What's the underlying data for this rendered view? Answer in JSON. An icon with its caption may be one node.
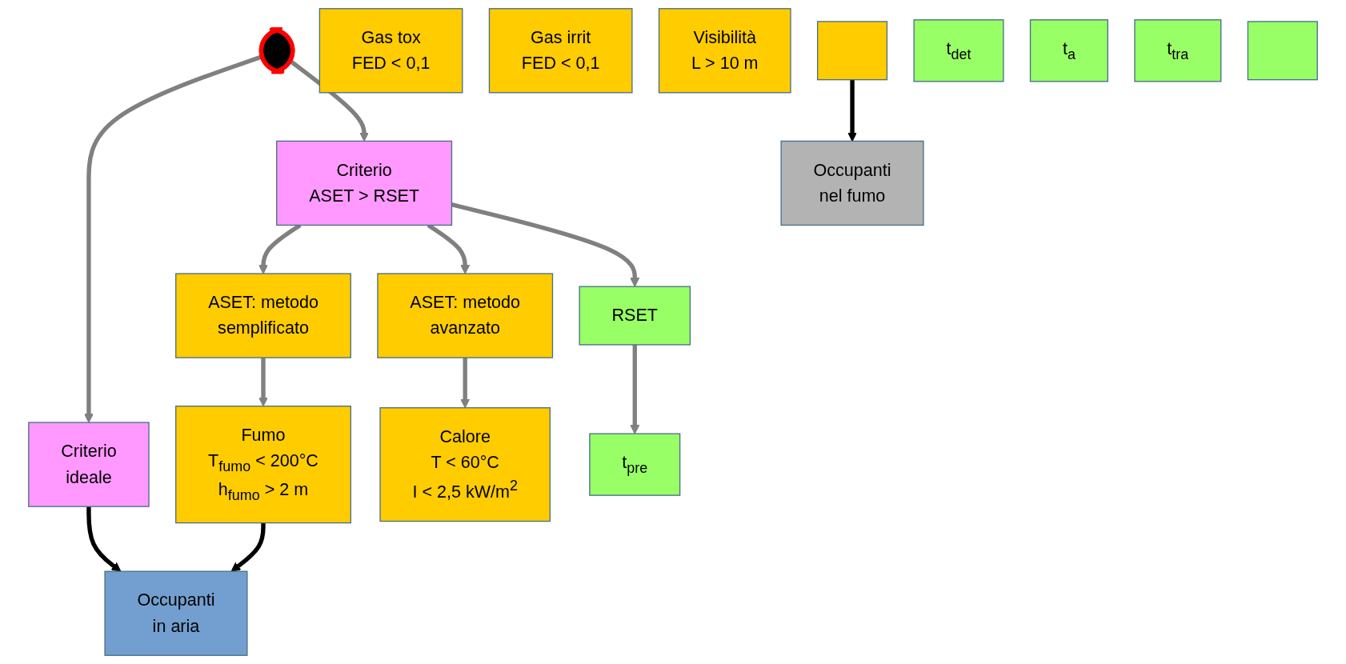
{
  "diagram": {
    "nodes": [
      {
        "text": [],
        "shape": "ellipse"
      },
      {
        "text": [
          "Criterio",
          "ideale"
        ]
      },
      {
        "text": [
          "Criterio",
          "ASET > RSET"
        ]
      },
      {
        "text": [
          "ASET: metodo",
          "semplificato"
        ]
      },
      {
        "text": [
          "ASET: metodo",
          "avanzato"
        ]
      },
      {
        "text": [
          "RSET"
        ]
      },
      {
        "text": [
          "Fumo",
          "T$_{fumo}$ < 200°C",
          "h$_{fumo}$ > 2 m"
        ]
      },
      {
        "text": [
          "Gas tox",
          "FED < 0,1"
        ]
      },
      {
        "text": [
          "Gas irrit",
          "FED < 0,1"
        ]
      },
      {
        "text": [
          "Calore",
          "T < 60°C",
          "I < 2,5 kW/m$^{2}$"
        ]
      },
      {
        "text": [
          "Visibilità",
          "L > 10 m"
        ]
      },
      {
        "text": [],
        "shape": "bar"
      },
      {
        "text": [
          "t$_{det}$"
        ]
      },
      {
        "text": [
          "t$_{a}$"
        ]
      },
      {
        "text": [
          "t$_{pre}$"
        ]
      },
      {
        "text": [
          "t$_{tra}$"
        ]
      },
      {
        "text": [],
        "shape": "bar"
      },
      {
        "text": [
          "Occupanti",
          "in aria"
        ]
      },
      {
        "text": [
          "Occupanti",
          "nel fumo"
        ]
      }
    ],
    "edges": [
      {
        "from": 0,
        "to": 1,
        "arrow": "to"
      },
      {
        "from": 0,
        "to": 2,
        "arrow": "to"
      },
      {
        "from": 2,
        "to": 3,
        "arrow": "to"
      },
      {
        "from": 2,
        "to": 4,
        "arrow": "to"
      },
      {
        "from": 2,
        "to": 5,
        "arrow": "to"
      },
      {
        "from": 3,
        "to": 6,
        "arrow": "to"
      },
      {
        "from": 4,
        "to": 9,
        "arrow": "to"
      },
      {
        "from": 5,
        "to": 14,
        "arrow": "to"
      },
      {
        "from": 1,
        "to": 17,
        "arrow": "to",
        "color": "#000000"
      },
      {
        "from": 6,
        "to": 17,
        "arrow": "to",
        "color": "#000000"
      },
      {
        "from": 11,
        "to": 18,
        "arrow": "to",
        "color": "#000000"
      }
    ]
  }
}
